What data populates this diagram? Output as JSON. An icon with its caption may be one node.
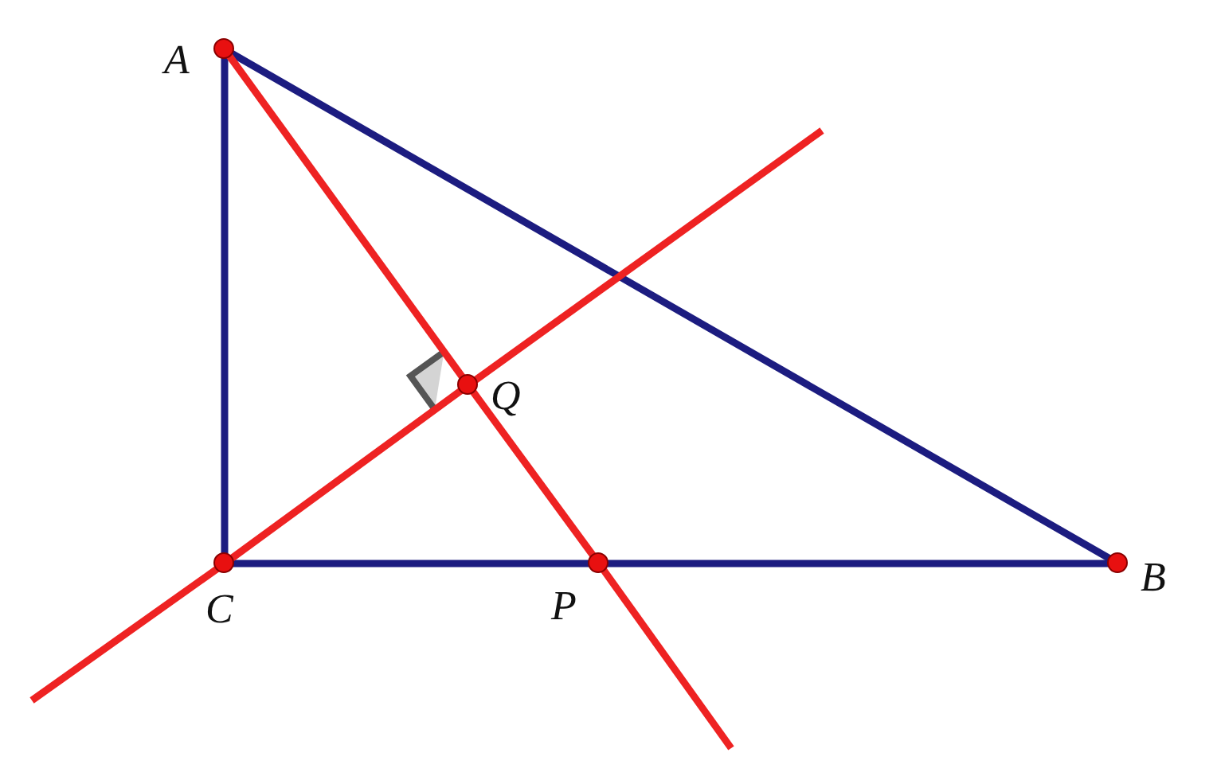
{
  "diagram": {
    "nodes": [
      {
        "text": [
          "A"
        ]
      },
      {
        "text": [
          "B"
        ]
      },
      {
        "text": [
          "C"
        ]
      },
      {
        "text": [
          "P"
        ]
      },
      {
        "text": [
          "Q"
        ]
      }
    ],
    "edges": [
      {
        "from": 0,
        "to": 2,
        "arrow": "none",
        "color": "#1c1c80"
      },
      {
        "from": 0,
        "to": 1,
        "arrow": "none",
        "color": "#1c1c80"
      },
      {
        "from": 2,
        "to": 3,
        "arrow": "none",
        "color": "#1c1c80"
      },
      {
        "from": 3,
        "to": 1,
        "arrow": "none",
        "color": "#1c1c80"
      },
      {
        "from": 0,
        "to": 4,
        "arrow": "none",
        "color": "#ee2222"
      },
      {
        "from": 4,
        "to": 3,
        "arrow": "none",
        "color": "#ee2222"
      },
      {
        "from": 3,
        "to": null,
        "arrow": "none",
        "color": "#ee2222"
      },
      {
        "from": null,
        "to": 2,
        "arrow": "none",
        "color": "#ee2222"
      },
      {
        "from": 2,
        "to": 4,
        "arrow": "none",
        "color": "#ee2222"
      },
      {
        "from": 4,
        "to": null,
        "arrow": "none",
        "color": "#ee2222"
      }
    ]
  }
}
